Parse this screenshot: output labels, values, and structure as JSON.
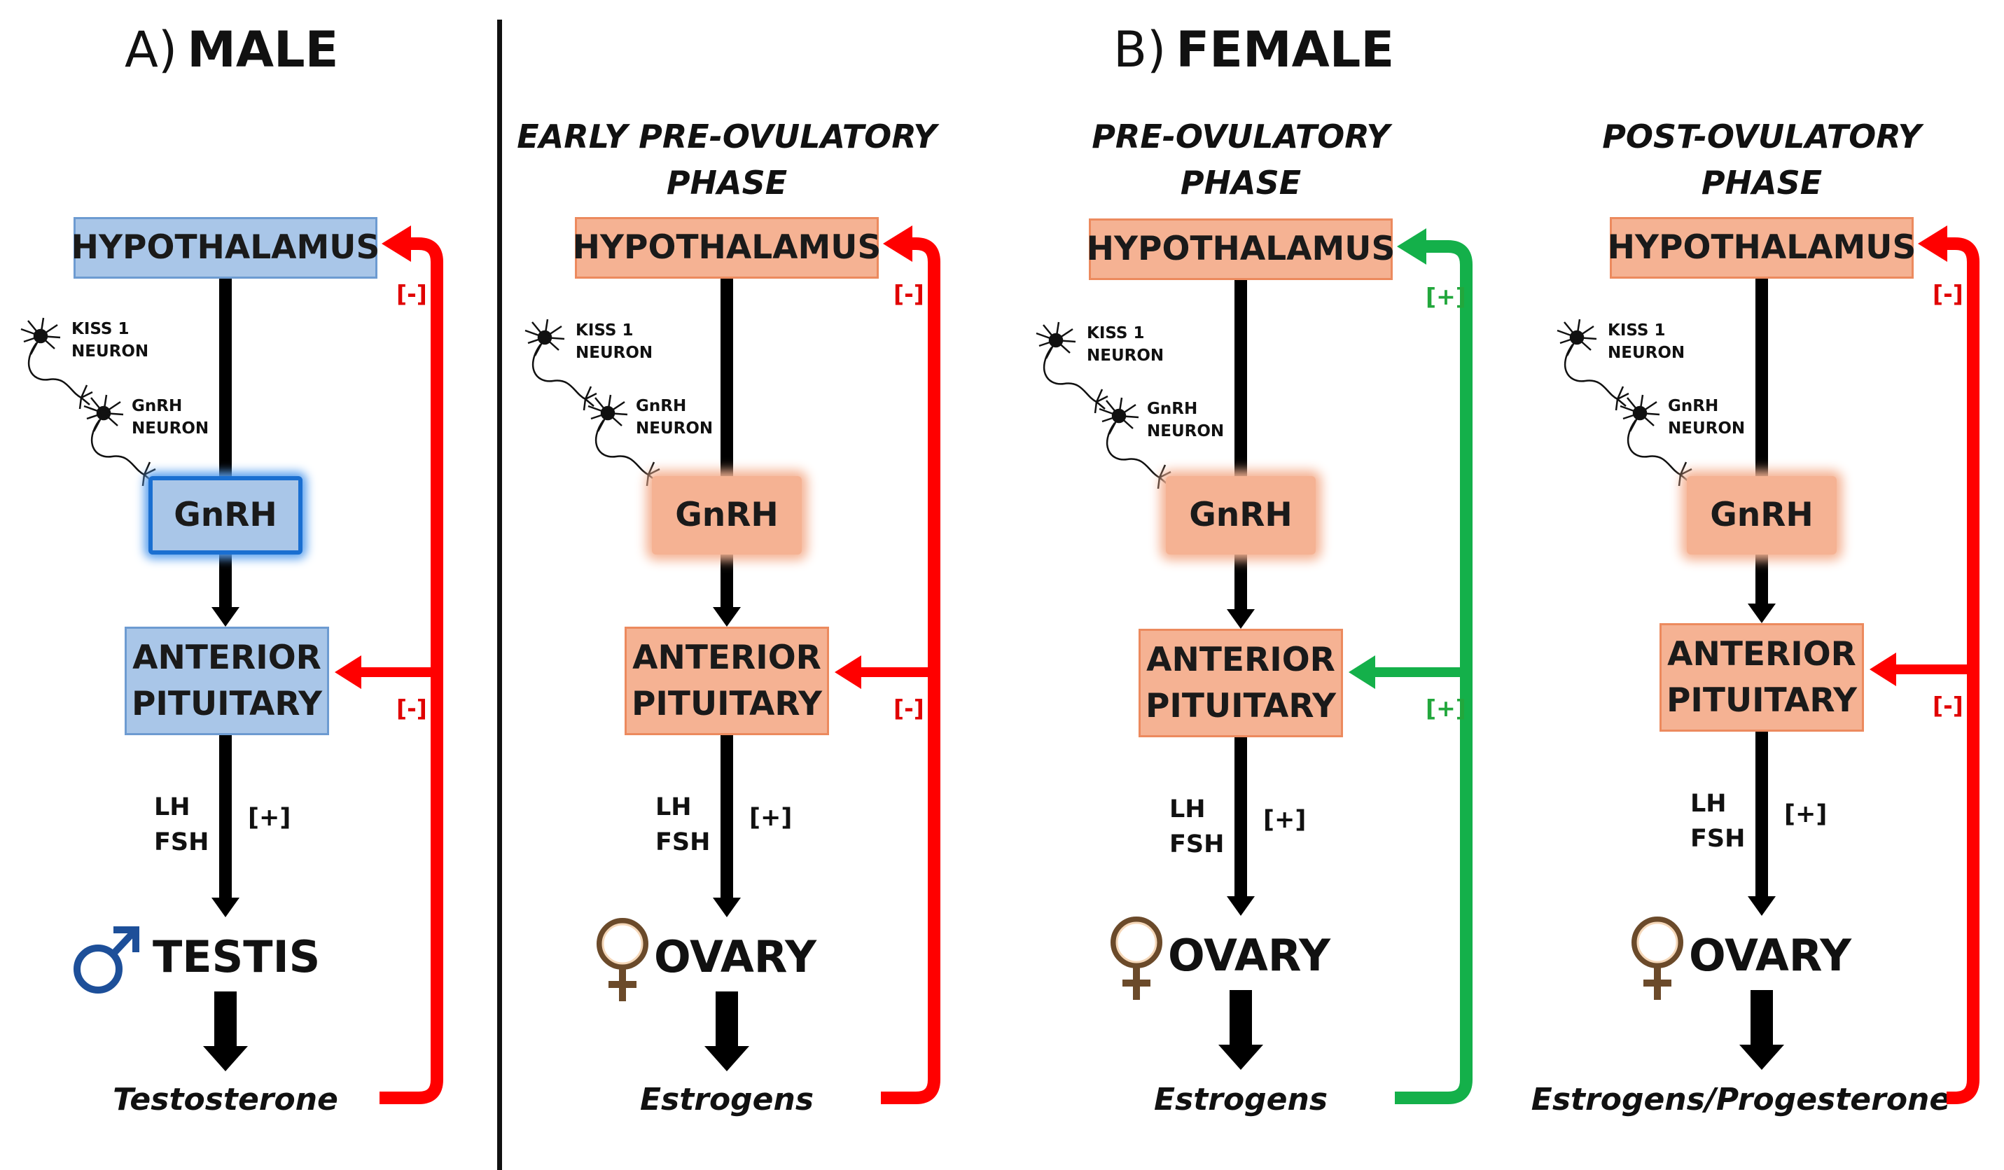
{
  "titles": {
    "male_prefix": "A)",
    "male_main": "MALE",
    "female_prefix": "B)",
    "female_main": "FEMALE"
  },
  "panels": [
    {
      "sex": "male",
      "phase": "",
      "hypothalamus": "HYPOTHALAMUS",
      "kiss_label": "KISS 1\nNEURON",
      "gnrh_neuron_label": "GnRH\nNEURON",
      "gnrh": "GnRH",
      "pituitary": "ANTERIOR\nPITUITARY",
      "hormones": "LH\nFSH",
      "hormone_effect": "[+]",
      "organ": "TESTIS",
      "organ_symbol": "male-symbol-icon",
      "product": "Testosterone",
      "feedback_top": "[-]",
      "feedback_mid": "[-]",
      "feedback_color": "#ff0000"
    },
    {
      "sex": "female",
      "phase": "EARLY  PRE-OVULATORY\nPHASE",
      "hypothalamus": "HYPOTHALAMUS",
      "kiss_label": "KISS 1\nNEURON",
      "gnrh_neuron_label": "GnRH\nNEURON",
      "gnrh": "GnRH",
      "pituitary": "ANTERIOR\nPITUITARY",
      "hormones": "LH\nFSH",
      "hormone_effect": "[+]",
      "organ": "OVARY",
      "organ_symbol": "female-symbol-icon",
      "product": "Estrogens",
      "feedback_top": "[-]",
      "feedback_mid": "[-]",
      "feedback_color": "#ff0000"
    },
    {
      "sex": "female",
      "phase": "PRE-OVULATORY\nPHASE",
      "hypothalamus": "HYPOTHALAMUS",
      "kiss_label": "KISS 1\nNEURON",
      "gnrh_neuron_label": "GnRH\nNEURON",
      "gnrh": "GnRH",
      "pituitary": "ANTERIOR\nPITUITARY",
      "hormones": "LH\nFSH",
      "hormone_effect": "[+]",
      "organ": "OVARY",
      "organ_symbol": "female-symbol-icon",
      "product": "Estrogens",
      "feedback_top": "[+]",
      "feedback_mid": "[+]",
      "feedback_color": "#14b04a"
    },
    {
      "sex": "female",
      "phase": "POST-OVULATORY\nPHASE",
      "hypothalamus": "HYPOTHALAMUS",
      "kiss_label": "KISS 1\nNEURON",
      "gnrh_neuron_label": "GnRH\nNEURON",
      "gnrh": "GnRH",
      "pituitary": "ANTERIOR\nPITUITARY",
      "hormones": "LH\nFSH",
      "hormone_effect": "[+]",
      "organ": "OVARY",
      "organ_symbol": "female-symbol-icon",
      "product": "Estrogens/Progesterone",
      "feedback_top": "[-]",
      "feedback_mid": "[-]",
      "feedback_color": "#ff0000"
    }
  ]
}
